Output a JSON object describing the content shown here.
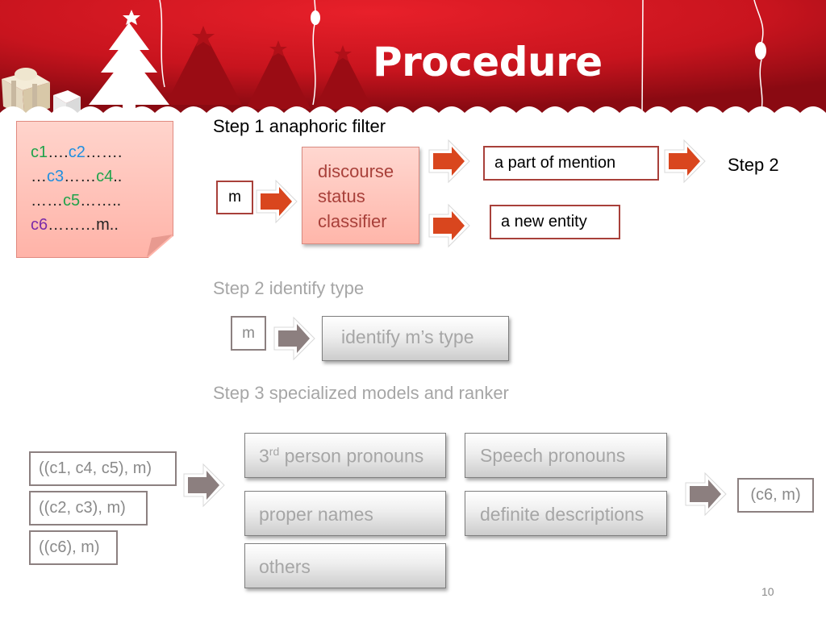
{
  "slide": {
    "title": "Procedure",
    "page_number": "10"
  },
  "note": {
    "line1": [
      {
        "text": "c1",
        "color": "green"
      },
      {
        "text": "….",
        "color": "dark"
      },
      {
        "text": "c2",
        "color": "blue"
      },
      {
        "text": "…….",
        "color": "dark"
      }
    ],
    "line2": [
      {
        "text": "…",
        "color": "dark"
      },
      {
        "text": "c3",
        "color": "blue"
      },
      {
        "text": "……",
        "color": "dark"
      },
      {
        "text": "c4",
        "color": "green"
      },
      {
        "text": "..",
        "color": "dark"
      }
    ],
    "line3": [
      {
        "text": "……",
        "color": "dark"
      },
      {
        "text": "c5",
        "color": "green"
      },
      {
        "text": "……..",
        "color": "dark"
      }
    ],
    "line4": [
      {
        "text": "c6",
        "color": "purple"
      },
      {
        "text": "………m..",
        "color": "dark"
      }
    ]
  },
  "step1": {
    "heading": "Step 1 anaphoric filter",
    "mention": "m",
    "classifier_lines": [
      "discourse",
      "status",
      "classifier"
    ],
    "out_a": "a part of mention",
    "out_b": "a new entity",
    "next": "Step 2"
  },
  "step2": {
    "heading": "Step 2 identify type",
    "mention": "m",
    "action": "identify m’s type"
  },
  "step3": {
    "heading": "Step 3 specialized models and ranker",
    "clusters": [
      "((c1, c4, c5), m)",
      "((c2, c3), m)",
      "((c6), m)"
    ],
    "models": {
      "third_person_prefix": "3",
      "third_person_sup": "rd",
      "third_person_rest": " person pronouns",
      "speech": "Speech pronouns",
      "proper": "proper names",
      "definite": "definite descriptions",
      "others": "others"
    },
    "result": "(c6, m)"
  },
  "colors": {
    "banner_red": "#c8141e",
    "accent_red": "#a8403a",
    "arrow_orange": "#d9461e",
    "arrow_gray": "#8c7f7f",
    "faded_text": "#a6a6a6"
  }
}
